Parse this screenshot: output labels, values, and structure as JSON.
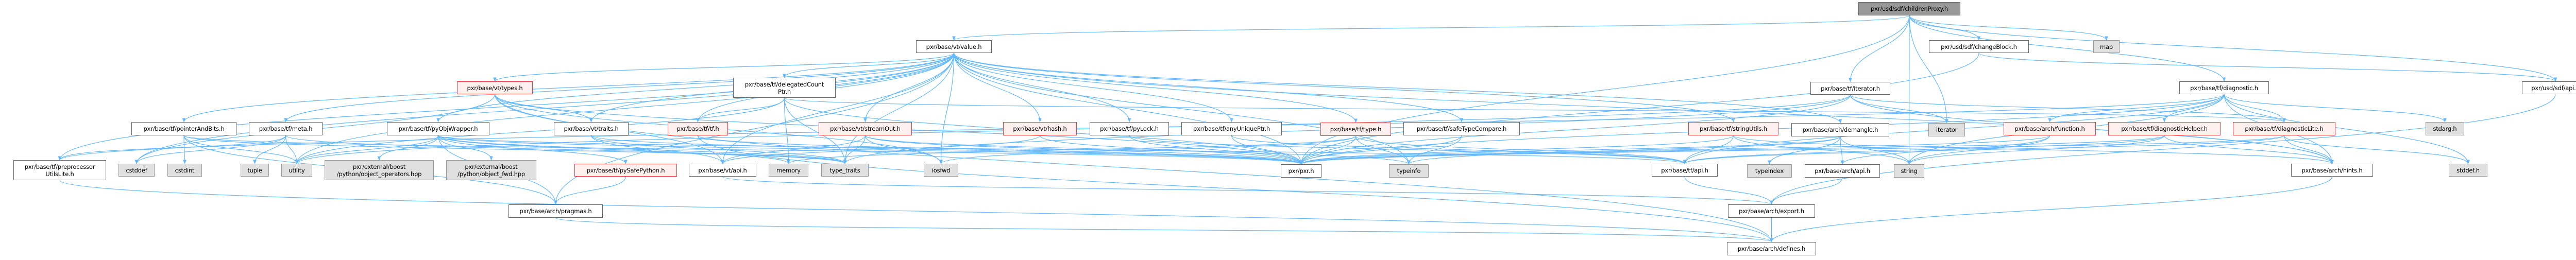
{
  "graph": {
    "type": "include-dependency-graph",
    "colors": {
      "edge": "#63b8ff",
      "root_fill": "#999999",
      "red_border": "#ff3333",
      "red_fill": "#fff0f0",
      "system_fill": "#e0e0e0"
    },
    "nodes": [
      {
        "id": "root",
        "label": "pxr/usd/sdf/childrenProxy.h",
        "kind": "root"
      },
      {
        "id": "value",
        "label": "pxr/base/vt/value.h",
        "kind": "normal"
      },
      {
        "id": "changeBlock",
        "label": "pxr/usd/sdf/changeBlock.h",
        "kind": "normal"
      },
      {
        "id": "map",
        "label": "map",
        "kind": "system"
      },
      {
        "id": "types",
        "label": "pxr/base/vt/types.h",
        "kind": "red"
      },
      {
        "id": "delegated",
        "label": "pxr/base/tf/delegatedCount\nPtr.h",
        "kind": "normal"
      },
      {
        "id": "tf_iterator",
        "label": "pxr/base/tf/iterator.h",
        "kind": "normal"
      },
      {
        "id": "diagnostic",
        "label": "pxr/base/tf/diagnostic.h",
        "kind": "normal"
      },
      {
        "id": "sdf_api",
        "label": "pxr/usd/sdf/api.h",
        "kind": "normal"
      },
      {
        "id": "pointerAndBits",
        "label": "pxr/base/tf/pointerAndBits.h",
        "kind": "normal"
      },
      {
        "id": "meta",
        "label": "pxr/base/tf/meta.h",
        "kind": "normal"
      },
      {
        "id": "pyObjWrapper",
        "label": "pxr/base/tf/pyObjWrapper.h",
        "kind": "normal"
      },
      {
        "id": "vt_traits",
        "label": "pxr/base/vt/traits.h",
        "kind": "normal"
      },
      {
        "id": "tf_tf",
        "label": "pxr/base/tf/tf.h",
        "kind": "red"
      },
      {
        "id": "streamOut",
        "label": "pxr/base/vt/streamOut.h",
        "kind": "red"
      },
      {
        "id": "hash",
        "label": "pxr/base/vt/hash.h",
        "kind": "red"
      },
      {
        "id": "pyLock",
        "label": "pxr/base/tf/pyLock.h",
        "kind": "normal"
      },
      {
        "id": "anyUniquePtr",
        "label": "pxr/base/tf/anyUniquePtr.h",
        "kind": "normal"
      },
      {
        "id": "type",
        "label": "pxr/base/tf/type.h",
        "kind": "red"
      },
      {
        "id": "safeTypeCompare",
        "label": "pxr/base/tf/safeTypeCompare.h",
        "kind": "normal"
      },
      {
        "id": "stringUtils",
        "label": "pxr/base/tf/stringUtils.h",
        "kind": "red"
      },
      {
        "id": "demangle",
        "label": "pxr/base/arch/demangle.h",
        "kind": "normal"
      },
      {
        "id": "iterator",
        "label": "iterator",
        "kind": "system"
      },
      {
        "id": "arch_function",
        "label": "pxr/base/arch/function.h",
        "kind": "red"
      },
      {
        "id": "diagHelper",
        "label": "pxr/base/tf/diagnosticHelper.h",
        "kind": "red"
      },
      {
        "id": "diagLite",
        "label": "pxr/base/tf/diagnosticLite.h",
        "kind": "red"
      },
      {
        "id": "stdarg",
        "label": "stdarg.h",
        "kind": "system"
      },
      {
        "id": "preproc",
        "label": "pxr/base/tf/preprocessor\nUtilsLite.h",
        "kind": "normal"
      },
      {
        "id": "cstddef",
        "label": "cstddef",
        "kind": "system"
      },
      {
        "id": "cstdint",
        "label": "cstdint",
        "kind": "system"
      },
      {
        "id": "tuple",
        "label": "tuple",
        "kind": "system"
      },
      {
        "id": "utility",
        "label": "utility",
        "kind": "system"
      },
      {
        "id": "obj_ops",
        "label": "pxr/external/boost\n/python/object_operators.hpp",
        "kind": "system"
      },
      {
        "id": "obj_fwd",
        "label": "pxr/external/boost\n/python/object_fwd.hpp",
        "kind": "system"
      },
      {
        "id": "pySafePython",
        "label": "pxr/base/tf/pySafePython.h",
        "kind": "red"
      },
      {
        "id": "vt_api",
        "label": "pxr/base/vt/api.h",
        "kind": "normal"
      },
      {
        "id": "memory",
        "label": "memory",
        "kind": "system"
      },
      {
        "id": "type_traits",
        "label": "type_traits",
        "kind": "system"
      },
      {
        "id": "iosfwd",
        "label": "iosfwd",
        "kind": "system"
      },
      {
        "id": "pxr",
        "label": "pxr/pxr.h",
        "kind": "normal"
      },
      {
        "id": "typeinfo",
        "label": "typeinfo",
        "kind": "system"
      },
      {
        "id": "tf_api",
        "label": "pxr/base/tf/api.h",
        "kind": "normal"
      },
      {
        "id": "typeindex",
        "label": "typeindex",
        "kind": "system"
      },
      {
        "id": "arch_api",
        "label": "pxr/base/arch/api.h",
        "kind": "normal"
      },
      {
        "id": "string",
        "label": "string",
        "kind": "system"
      },
      {
        "id": "hints",
        "label": "pxr/base/arch/hints.h",
        "kind": "normal"
      },
      {
        "id": "stddef",
        "label": "stddef.h",
        "kind": "system"
      },
      {
        "id": "pragmas",
        "label": "pxr/base/arch/pragmas.h",
        "kind": "normal"
      },
      {
        "id": "export",
        "label": "pxr/base/arch/export.h",
        "kind": "normal"
      },
      {
        "id": "defines",
        "label": "pxr/base/arch/defines.h",
        "kind": "normal"
      }
    ],
    "edges": [
      [
        "root",
        "value"
      ],
      [
        "root",
        "changeBlock"
      ],
      [
        "root",
        "map"
      ],
      [
        "root",
        "tf_iterator"
      ],
      [
        "root",
        "iterator"
      ],
      [
        "root",
        "diagnostic"
      ],
      [
        "root",
        "sdf_api"
      ],
      [
        "root",
        "pxr"
      ],
      [
        "root",
        "string"
      ],
      [
        "value",
        "pxr"
      ],
      [
        "value",
        "vt_api"
      ],
      [
        "value",
        "demangle"
      ],
      [
        "value",
        "hints"
      ],
      [
        "value",
        "pragmas"
      ],
      [
        "value",
        "anyUniquePtr"
      ],
      [
        "value",
        "delegated"
      ],
      [
        "value",
        "meta"
      ],
      [
        "value",
        "pointerAndBits"
      ],
      [
        "value",
        "preproc"
      ],
      [
        "value",
        "pyLock"
      ],
      [
        "value",
        "pyObjWrapper"
      ],
      [
        "value",
        "safeTypeCompare"
      ],
      [
        "value",
        "stringUtils"
      ],
      [
        "value",
        "tf_tf"
      ],
      [
        "value",
        "type"
      ],
      [
        "value",
        "vt_traits"
      ],
      [
        "value",
        "types"
      ],
      [
        "value",
        "hash"
      ],
      [
        "value",
        "streamOut"
      ],
      [
        "value",
        "iosfwd"
      ],
      [
        "value",
        "typeinfo"
      ],
      [
        "value",
        "type_traits"
      ],
      [
        "value",
        "cstddef"
      ],
      [
        "value",
        "utility"
      ],
      [
        "changeBlock",
        "sdf_api"
      ],
      [
        "changeBlock",
        "pxr"
      ],
      [
        "sdf_api",
        "export"
      ],
      [
        "tf_iterator",
        "pxr"
      ],
      [
        "tf_iterator",
        "hints"
      ],
      [
        "tf_iterator",
        "diagLite"
      ],
      [
        "tf_iterator",
        "iterator"
      ],
      [
        "tf_iterator",
        "type_traits"
      ],
      [
        "tf_iterator",
        "utility"
      ],
      [
        "diagnostic",
        "pxr"
      ],
      [
        "diagnostic",
        "tf_api"
      ],
      [
        "diagnostic",
        "arch_function"
      ],
      [
        "diagnostic",
        "diagHelper"
      ],
      [
        "diagnostic",
        "diagLite"
      ],
      [
        "diagnostic",
        "hints"
      ],
      [
        "diagnostic",
        "stddef"
      ],
      [
        "diagnostic",
        "stdarg"
      ],
      [
        "diagnostic",
        "string"
      ],
      [
        "diagnostic",
        "preproc"
      ],
      [
        "diagLite",
        "pxr"
      ],
      [
        "diagLite",
        "tf_api"
      ],
      [
        "diagLite",
        "hints"
      ],
      [
        "diagLite",
        "stddef"
      ],
      [
        "diagHelper",
        "pxr"
      ],
      [
        "diagHelper",
        "tf_api"
      ],
      [
        "diagHelper",
        "hints"
      ],
      [
        "diagHelper",
        "string"
      ],
      [
        "arch_function",
        "pxr"
      ],
      [
        "arch_function",
        "arch_api"
      ],
      [
        "arch_function",
        "string"
      ],
      [
        "demangle",
        "pxr"
      ],
      [
        "demangle",
        "arch_api"
      ],
      [
        "demangle",
        "string"
      ],
      [
        "demangle",
        "typeindex"
      ],
      [
        "demangle",
        "typeinfo"
      ],
      [
        "arch_api",
        "export"
      ],
      [
        "tf_api",
        "export"
      ],
      [
        "vt_api",
        "export"
      ],
      [
        "export",
        "defines"
      ],
      [
        "hints",
        "defines"
      ],
      [
        "pragmas",
        "defines"
      ],
      [
        "preproc",
        "defines"
      ],
      [
        "stringUtils",
        "pxr"
      ],
      [
        "stringUtils",
        "tf_api"
      ],
      [
        "stringUtils",
        "string"
      ],
      [
        "stringUtils",
        "hints"
      ],
      [
        "type",
        "pxr"
      ],
      [
        "type",
        "tf_api"
      ],
      [
        "type",
        "typeinfo"
      ],
      [
        "type",
        "iosfwd"
      ],
      [
        "type",
        "memory"
      ],
      [
        "safeTypeCompare",
        "pxr"
      ],
      [
        "safeTypeCompare",
        "typeinfo"
      ],
      [
        "anyUniquePtr",
        "pxr"
      ],
      [
        "anyUniquePtr",
        "tf_api"
      ],
      [
        "pyLock",
        "pxr"
      ],
      [
        "pyLock",
        "tf_api"
      ],
      [
        "hash",
        "pxr"
      ],
      [
        "hash",
        "vt_api"
      ],
      [
        "streamOut",
        "pxr"
      ],
      [
        "streamOut",
        "vt_api"
      ],
      [
        "streamOut",
        "iosfwd"
      ],
      [
        "streamOut",
        "type_traits"
      ],
      [
        "streamOut",
        "typeinfo"
      ],
      [
        "tf_tf",
        "pxr"
      ],
      [
        "tf_tf",
        "defines"
      ],
      [
        "delegated",
        "pxr"
      ],
      [
        "delegated",
        "memory"
      ],
      [
        "delegated",
        "type_traits"
      ],
      [
        "delegated",
        "utility"
      ],
      [
        "delegated",
        "tf_tf"
      ],
      [
        "delegated",
        "diagLite"
      ],
      [
        "vt_traits",
        "pxr"
      ],
      [
        "vt_traits",
        "vt_api"
      ],
      [
        "vt_traits",
        "type_traits"
      ],
      [
        "types",
        "pxr"
      ],
      [
        "types",
        "vt_api"
      ],
      [
        "types",
        "vt_traits"
      ],
      [
        "types",
        "iosfwd"
      ],
      [
        "types",
        "cstddef"
      ],
      [
        "types",
        "defines"
      ],
      [
        "pyObjWrapper",
        "pxr"
      ],
      [
        "pyObjWrapper",
        "tf_api"
      ],
      [
        "pyObjWrapper",
        "pySafePython"
      ],
      [
        "pyObjWrapper",
        "pragmas"
      ],
      [
        "pyObjWrapper",
        "obj_fwd"
      ],
      [
        "pyObjWrapper",
        "obj_ops"
      ],
      [
        "pyObjWrapper",
        "utility"
      ],
      [
        "pyObjWrapper",
        "type_traits"
      ],
      [
        "pyObjWrapper",
        "memory"
      ],
      [
        "pySafePython",
        "pragmas"
      ],
      [
        "meta",
        "tuple"
      ],
      [
        "meta",
        "utility"
      ],
      [
        "meta",
        "cstddef"
      ],
      [
        "meta",
        "type_traits"
      ],
      [
        "meta",
        "preproc"
      ],
      [
        "pointerAndBits",
        "pxr"
      ],
      [
        "pointerAndBits",
        "utility"
      ],
      [
        "pointerAndBits",
        "cstdint"
      ],
      [
        "pointerAndBits",
        "pragmas"
      ],
      [
        "pointerAndBits",
        "type_traits"
      ]
    ]
  }
}
